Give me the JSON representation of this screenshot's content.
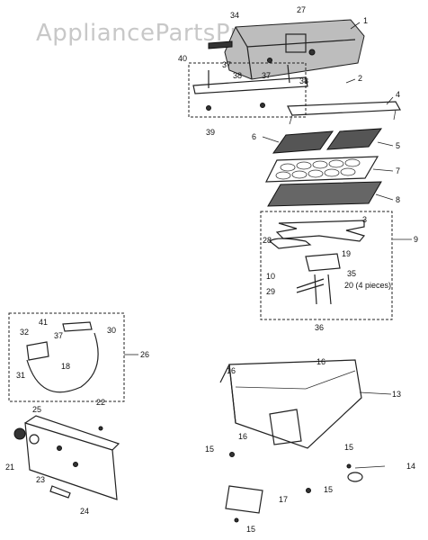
{
  "watermark": "AppliancePartsPros.com",
  "labels": {
    "p1": "1",
    "p2": "2",
    "p3": "3",
    "p4": "4",
    "p5": "5",
    "p6": "6",
    "p7": "7",
    "p8": "8",
    "p9": "9",
    "p10": "10",
    "p13": "13",
    "p14": "14",
    "p15a": "15",
    "p15b": "15",
    "p15c": "15",
    "p15d": "15",
    "p16a": "16",
    "p16b": "16",
    "p16c": "16",
    "p17": "17",
    "p18": "18",
    "p19": "19",
    "p20": "20 (4 pieces)",
    "p21": "21",
    "p22": "22",
    "p23": "23",
    "p24": "24",
    "p25": "25",
    "p26": "26",
    "p27": "27",
    "p28": "28",
    "p29": "29",
    "p30": "30",
    "p31": "31",
    "p32": "32",
    "p34": "34",
    "p35": "35",
    "p36": "36",
    "p37a": "37",
    "p37b": "37",
    "p37c": "37",
    "p38a": "38",
    "p38b": "38",
    "p39": "39",
    "p40": "40",
    "p41": "41"
  }
}
